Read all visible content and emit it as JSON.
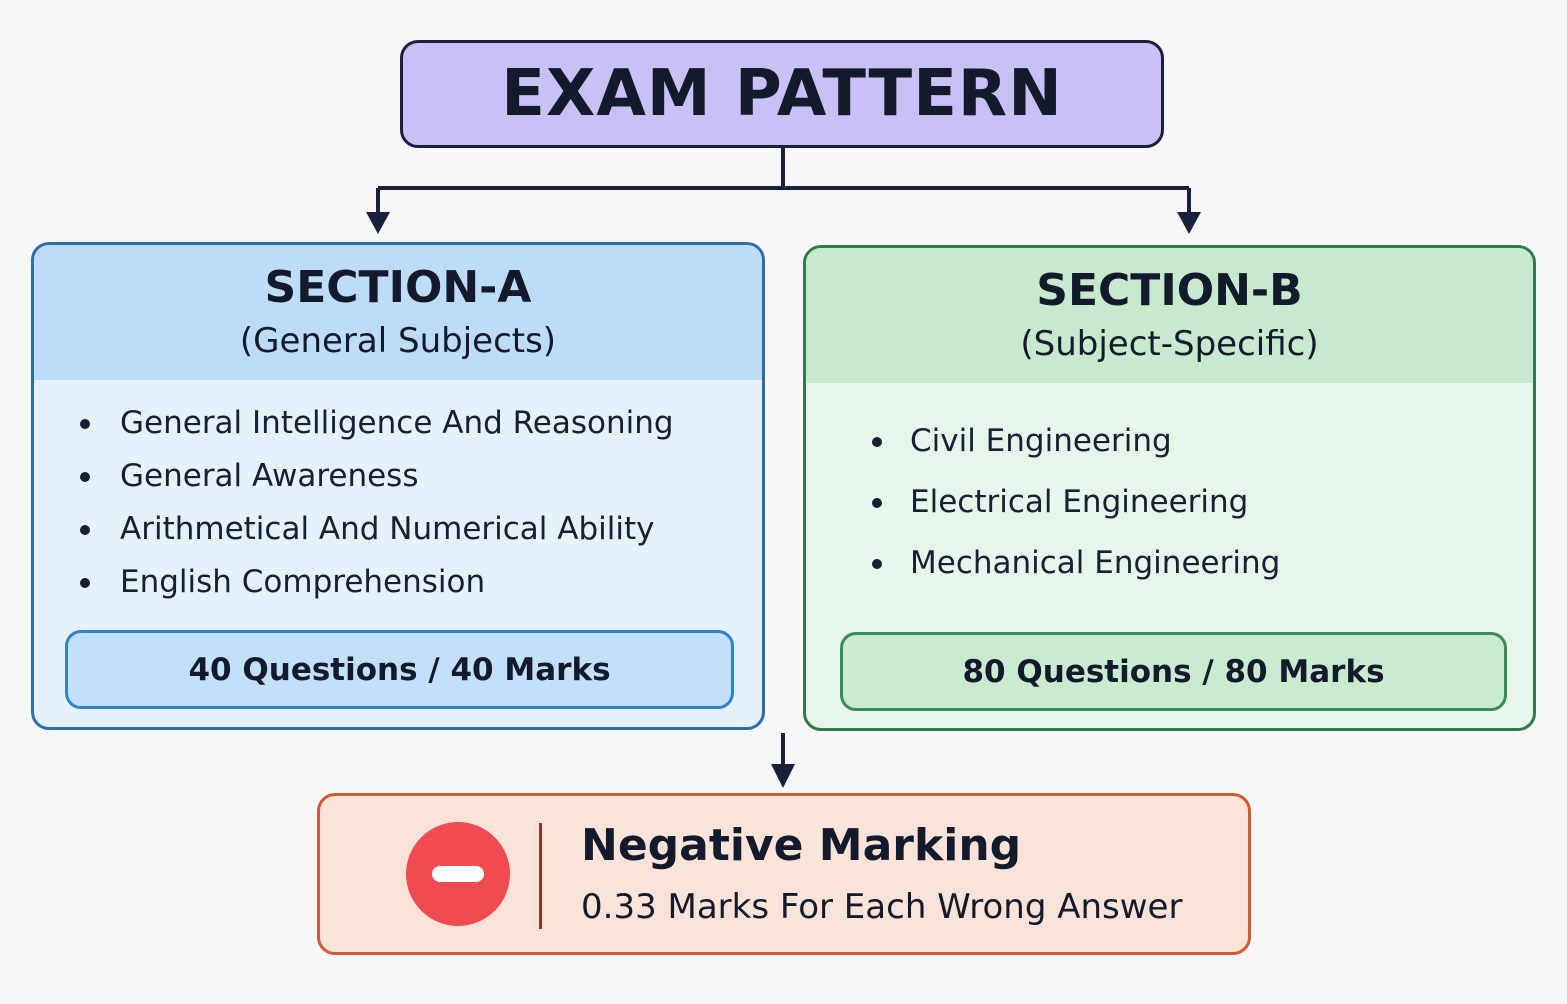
{
  "title": "EXAM PATTERN",
  "section_a": {
    "title": "SECTION-A",
    "subtitle": "(General Subjects)",
    "topics": [
      "General Intelligence And Reasoning",
      "General Awareness",
      "Arithmetical And Numerical Ability",
      "English Comprehension"
    ],
    "marks_label": "40 Questions / 40 Marks"
  },
  "section_b": {
    "title": "SECTION-B",
    "subtitle": "(Subject-Specific)",
    "topics": [
      "Civil Engineering",
      "Electrical Engineering",
      "Mechanical Engineering"
    ],
    "marks_label": "80 Questions / 80 Marks"
  },
  "negative_marking": {
    "title": "Negative Marking",
    "description": "0.33 Marks For Each Wrong Answer",
    "icon": "minus-circle-icon"
  },
  "colors": {
    "title_fill": "#c9c1f6",
    "section_a_accent": "#2f6da8",
    "section_b_accent": "#2f7a49",
    "negative_accent": "#cf5a38",
    "minus_icon_red": "#ef4b50"
  }
}
